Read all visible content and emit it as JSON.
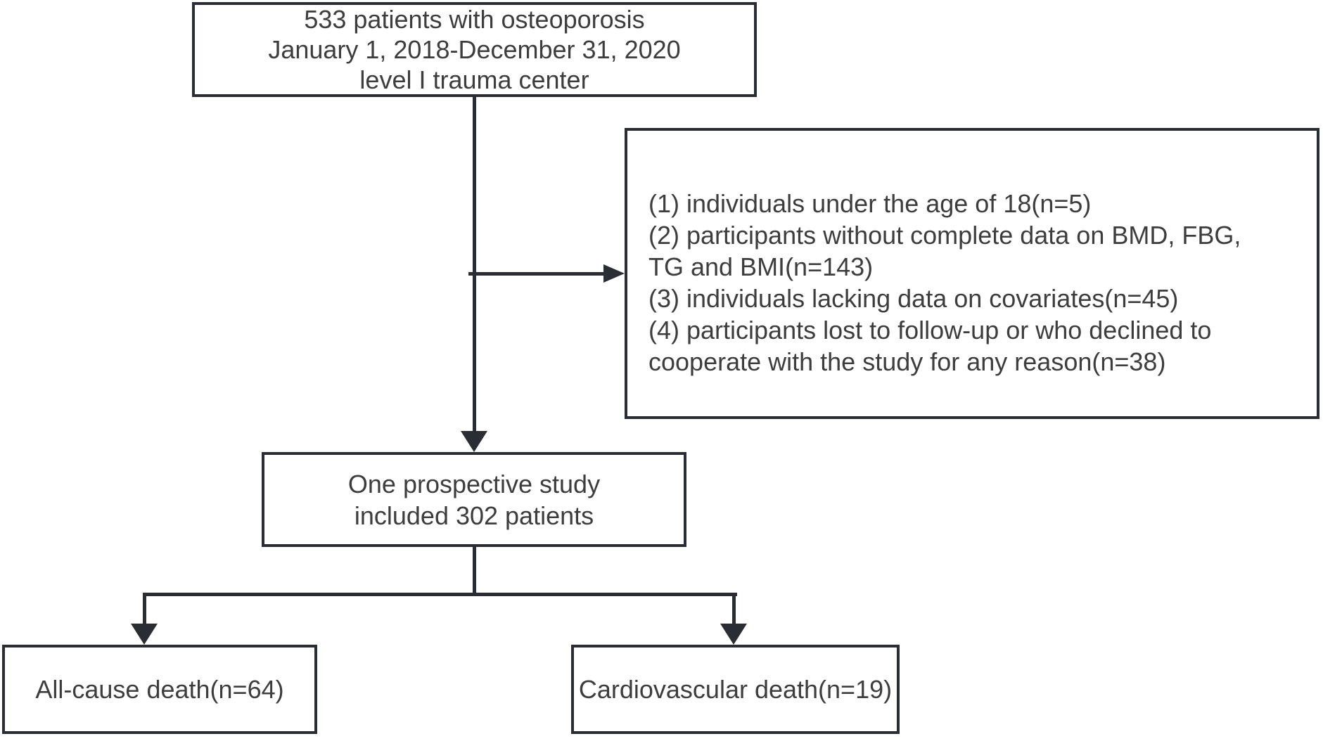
{
  "colors": {
    "line": "#2a2e34",
    "text": "#3d3d3d",
    "background": "#ffffff"
  },
  "flowchart": {
    "top_box": {
      "lines": [
        "533 patients with osteoporosis",
        "January 1, 2018-December 31, 2020",
        "level I trauma center"
      ]
    },
    "exclusion_box": {
      "lines": [
        "(1) individuals under the age of 18(n=5)",
        "(2) participants without complete data on BMD, FBG,",
        "TG and BMI(n=143)",
        "(3) individuals lacking data on covariates(n=45)",
        "(4) participants lost to follow-up or who declined to",
        "cooperate with the study for any reason(n=38)"
      ]
    },
    "middle_box": {
      "lines": [
        "One prospective study",
        "included 302 patients"
      ]
    },
    "outcome_left_box": {
      "label": "All-cause death(n=64)"
    },
    "outcome_right_box": {
      "label": "Cardiovascular death(n=19)"
    }
  }
}
